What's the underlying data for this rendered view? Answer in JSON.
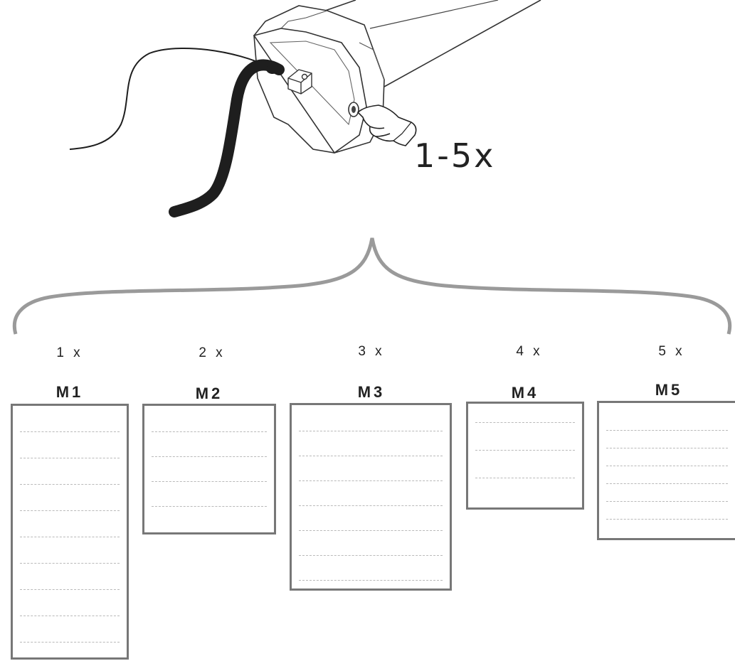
{
  "press_label": "1-5x",
  "modes": [
    {
      "count_label": "1 x",
      "title": "M1",
      "lines": 9
    },
    {
      "count_label": "2 x",
      "title": "M2",
      "lines": 4
    },
    {
      "count_label": "3 x",
      "title": "M3",
      "lines": 7
    },
    {
      "count_label": "4 x",
      "title": "M4",
      "lines": 3
    },
    {
      "count_label": "5 x",
      "title": "M5",
      "lines": 6
    }
  ],
  "colors": {
    "line_art": "#2a2a2a",
    "cable": "#1e1e1e",
    "brace": "#9a9a9a",
    "box_border": "#777777"
  }
}
